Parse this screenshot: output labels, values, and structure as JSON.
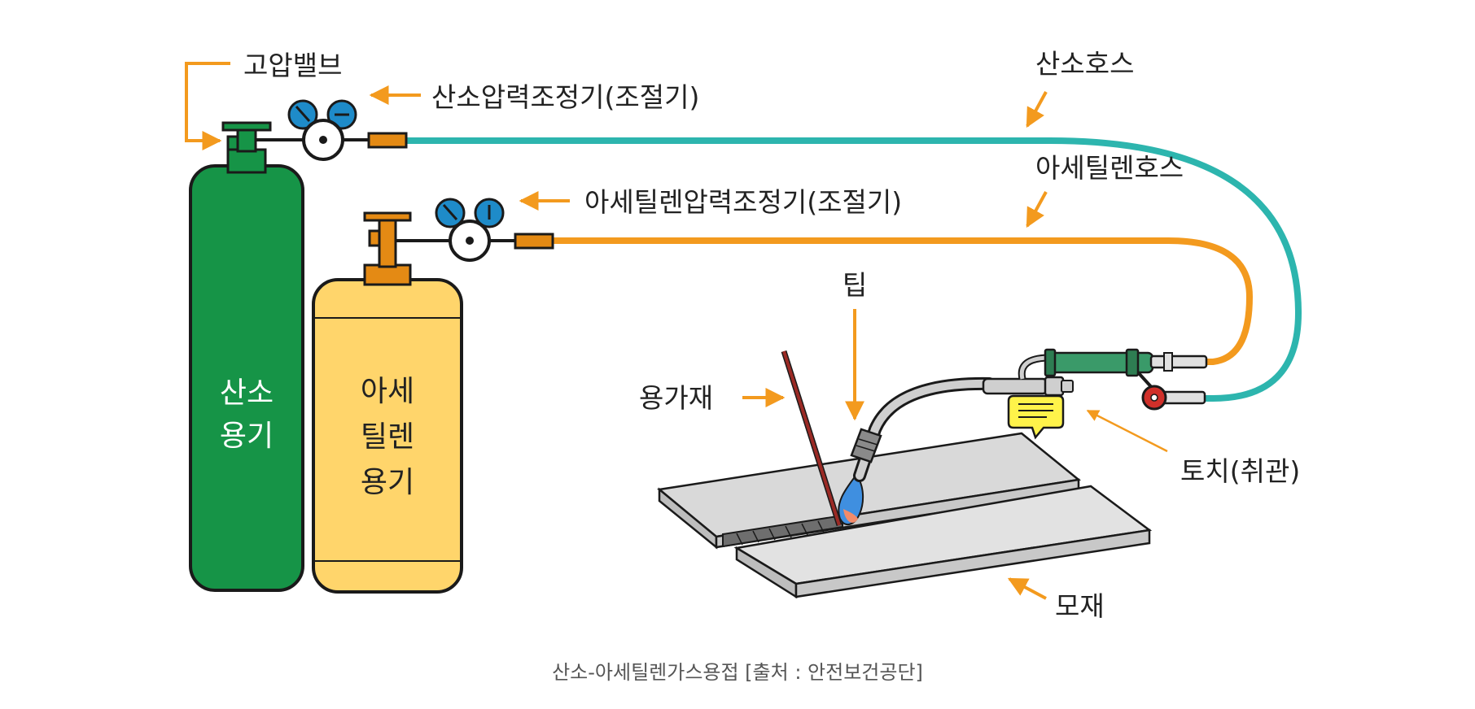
{
  "labels": {
    "high_pressure_valve": "고압밸브",
    "oxygen_regulator": "산소압력조정기(조절기)",
    "oxygen_hose": "산소호스",
    "acetylene_regulator": "아세틸렌압력조정기(조절기)",
    "acetylene_hose": "아세틸렌호스",
    "tip": "팁",
    "filler_rod": "용가재",
    "torch": "토치(취관)",
    "base_metal": "모재",
    "oxygen_cylinder_line1": "산소",
    "oxygen_cylinder_line2": "용기",
    "acetylene_cylinder_line1": "아세",
    "acetylene_cylinder_line2": "틸렌",
    "acetylene_cylinder_line3": "용기"
  },
  "caption": "산소-아세틸렌가스용접 [출처 : 안전보건공단]",
  "colors": {
    "oxygen_green": "#169447",
    "acetylene_yellow": "#FFD56B",
    "acetylene_orange": "#E48A14",
    "oxygen_hose_teal": "#2DB5AE",
    "arrow_orange": "#F39A1E",
    "gauge_blue": "#1E8BC9",
    "filler_rod_red": "#9B2A25",
    "plate_gray": "#D9D9D9"
  }
}
